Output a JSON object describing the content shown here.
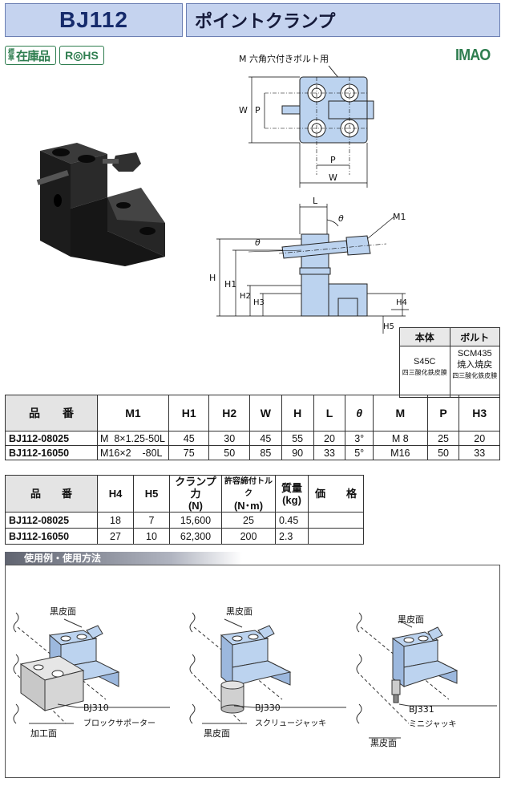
{
  "header": {
    "model": "BJ112",
    "title": "ポイントクランプ"
  },
  "badges": {
    "stock_small": "標準",
    "stock_big": "在庫品",
    "rohs": "R◎HS"
  },
  "brand": {
    "logo": "IMAO"
  },
  "drawing_top": {
    "callout": "M 六角穴付きボルト用",
    "labels": {
      "w_left": "W",
      "p_left": "P",
      "p_bottom": "P",
      "w_bottom": "W"
    }
  },
  "drawing_side": {
    "labels": {
      "l": "L",
      "theta_top": "θ",
      "m1": "M1",
      "theta_left": "θ",
      "h": "H",
      "h1": "H1",
      "h2": "H2",
      "h3": "H3",
      "h4": "H4",
      "h5": "H5"
    }
  },
  "material_table": {
    "headers": [
      "本体",
      "ボルト"
    ],
    "body_line1": "S45C",
    "body_line2": "四三酸化鉄皮膜",
    "bolt_line1": "SCM435",
    "bolt_line2": "焼入焼戻",
    "bolt_line3": "四三酸化鉄皮膜"
  },
  "spec_table1": {
    "headers": [
      "品　　番",
      "M1",
      "H1",
      "H2",
      "W",
      "H",
      "L",
      "θ",
      "M",
      "P",
      "H3"
    ],
    "rows": [
      [
        "BJ112-08025",
        "M  8×1.25-50L",
        "45",
        "30",
        "45",
        "55",
        "20",
        "3°",
        "M 8",
        "25",
        "20"
      ],
      [
        "BJ112-16050",
        "M16×2    -80L",
        "75",
        "50",
        "85",
        "90",
        "33",
        "5°",
        "M16",
        "50",
        "33"
      ]
    ]
  },
  "spec_table2": {
    "headers": [
      "品　　番",
      "H4",
      "H5",
      "クランプ力",
      "(N)",
      "許容締付トルク",
      "(N･m)",
      "質量",
      "(kg)",
      "価　　格"
    ],
    "rows": [
      [
        "BJ112-08025",
        "18",
        "7",
        "15,600",
        "25",
        "0.45",
        ""
      ],
      [
        "BJ112-16050",
        "27",
        "10",
        "62,300",
        "200",
        "2.3",
        ""
      ]
    ]
  },
  "usage": {
    "section_title": "使用例・使用方法",
    "ex1": {
      "top_label": "黒皮面",
      "code": "BJ310",
      "name": "ブロックサポーター",
      "bottom_label": "加工面"
    },
    "ex2": {
      "top_label": "黒皮面",
      "code": "BJ330",
      "name": "スクリュージャッキ",
      "bottom_label": "黒皮面"
    },
    "ex3": {
      "top_label": "黒皮面",
      "code": "BJ331",
      "name": "ミニジャッキ",
      "bottom_label": "黒皮面"
    }
  },
  "colors": {
    "header_bg": "#c5d3ef",
    "part_blue": "#bcd3ef",
    "green": "#2e7d4f"
  }
}
